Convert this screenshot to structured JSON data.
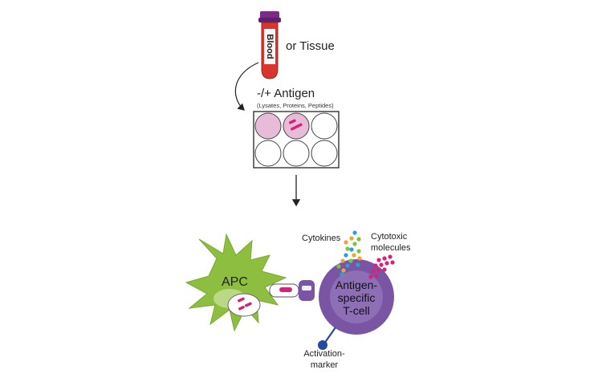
{
  "tube": {
    "label": "Blood",
    "suffix": "or Tissue"
  },
  "antigen": {
    "title": "-/+ Antigen",
    "subtitle": "(Lysates, Proteins, Peptides)"
  },
  "apc": {
    "label": "APC"
  },
  "tcell": {
    "line1": "Antigen-",
    "line2": "specific",
    "line3": "T-cell"
  },
  "cytokines": {
    "label": "Cytokines"
  },
  "cytotoxic": {
    "line1": "Cytotoxic",
    "line2": "molecules"
  },
  "activation": {
    "line1": "Activation-",
    "line2": "marker"
  },
  "colors": {
    "tube_red": "#d7352d",
    "tube_cap": "#7b2a86",
    "well_pink": "#e8bcd9",
    "peptide_magenta": "#d4237c",
    "apc_green": "#8dbe3f",
    "tcell_purple": "#7a55a3",
    "tcell_inner": "#8e6fb6",
    "marker_blue": "#214a9c",
    "cytokine_orange": "#f0a431",
    "cytokine_blue": "#2a9fd8",
    "cytokine_green": "#7ec242"
  }
}
